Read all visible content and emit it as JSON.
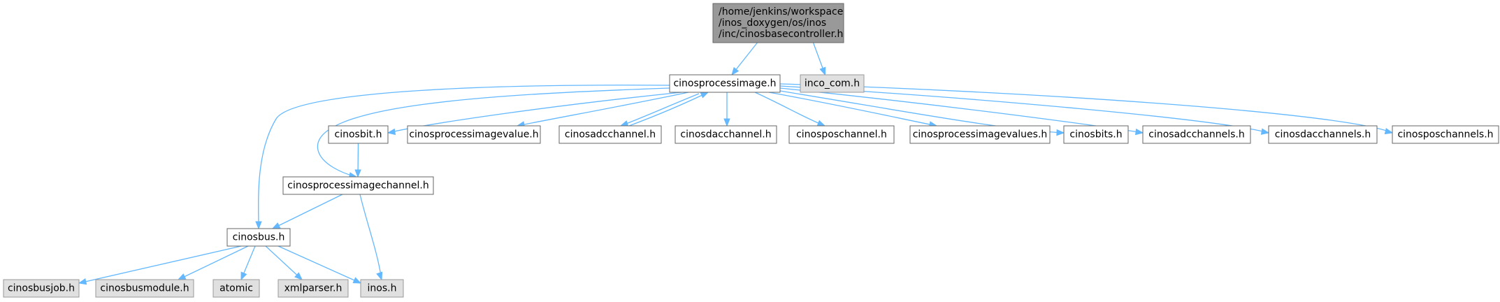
{
  "graph": {
    "colors": {
      "edge": "#63b8ff",
      "root_fill": "#999999",
      "documented_fill": "#ffffff",
      "external_fill": "#e0e0e0",
      "border": "#666666"
    },
    "nodes": {
      "root": {
        "lines": [
          "/home/jenkins/workspace",
          "/inos_doxygen/os/inos",
          "/inc/cinosbasecontroller.h"
        ],
        "kind": "root"
      },
      "inco_com": {
        "lines": [
          "inco_com.h"
        ],
        "kind": "ext"
      },
      "cinosprocessimage": {
        "lines": [
          "cinosprocessimage.h"
        ],
        "kind": "doc"
      },
      "cinosbit": {
        "lines": [
          "cinosbit.h"
        ],
        "kind": "doc"
      },
      "cinosprocessimagevalue": {
        "lines": [
          "cinosprocessimagevalue.h"
        ],
        "kind": "doc"
      },
      "cinosadcchannel": {
        "lines": [
          "cinosadcchannel.h"
        ],
        "kind": "doc"
      },
      "cinosdacchannel": {
        "lines": [
          "cinosdacchannel.h"
        ],
        "kind": "doc"
      },
      "cinosposchannel": {
        "lines": [
          "cinosposchannel.h"
        ],
        "kind": "doc"
      },
      "cinosprocessimagevalues": {
        "lines": [
          "cinosprocessimagevalues.h"
        ],
        "kind": "doc"
      },
      "cinosbits": {
        "lines": [
          "cinosbits.h"
        ],
        "kind": "doc"
      },
      "cinosadcchannels": {
        "lines": [
          "cinosadcchannels.h"
        ],
        "kind": "doc"
      },
      "cinosdacchannels": {
        "lines": [
          "cinosdacchannels.h"
        ],
        "kind": "doc"
      },
      "cinosposchannels": {
        "lines": [
          "cinosposchannels.h"
        ],
        "kind": "doc"
      },
      "cinosprocessimagechannel": {
        "lines": [
          "cinosprocessimagechannel.h"
        ],
        "kind": "doc"
      },
      "cinosbus": {
        "lines": [
          "cinosbus.h"
        ],
        "kind": "doc"
      },
      "cinosbusjob": {
        "lines": [
          "cinosbusjob.h"
        ],
        "kind": "ext"
      },
      "cinosbusmodule": {
        "lines": [
          "cinosbusmodule.h"
        ],
        "kind": "ext"
      },
      "atomic": {
        "lines": [
          "atomic"
        ],
        "kind": "ext"
      },
      "xmlparser": {
        "lines": [
          "xmlparser.h"
        ],
        "kind": "ext"
      },
      "inos": {
        "lines": [
          "inos.h"
        ],
        "kind": "ext"
      }
    },
    "edges": [
      [
        "root",
        "cinosprocessimage"
      ],
      [
        "root",
        "inco_com"
      ],
      [
        "cinosprocessimage",
        "cinosbit"
      ],
      [
        "cinosprocessimage",
        "cinosprocessimagevalue"
      ],
      [
        "cinosprocessimage",
        "cinosadcchannel"
      ],
      [
        "cinosprocessimage",
        "cinosdacchannel"
      ],
      [
        "cinosprocessimage",
        "cinosposchannel"
      ],
      [
        "cinosprocessimage",
        "cinosprocessimagevalues"
      ],
      [
        "cinosprocessimage",
        "cinosbits"
      ],
      [
        "cinosprocessimage",
        "cinosadcchannels"
      ],
      [
        "cinosprocessimage",
        "cinosdacchannels"
      ],
      [
        "cinosprocessimage",
        "cinosposchannels"
      ],
      [
        "cinosprocessimage",
        "cinosprocessimagechannel"
      ],
      [
        "cinosprocessimage",
        "cinosbus"
      ],
      [
        "cinosadcchannel",
        "cinosprocessimage"
      ],
      [
        "cinosbit",
        "cinosprocessimagechannel"
      ],
      [
        "cinosprocessimagechannel",
        "cinosbus"
      ],
      [
        "cinosprocessimagechannel",
        "inos"
      ],
      [
        "cinosbus",
        "cinosbusjob"
      ],
      [
        "cinosbus",
        "cinosbusmodule"
      ],
      [
        "cinosbus",
        "atomic"
      ],
      [
        "cinosbus",
        "xmlparser"
      ],
      [
        "cinosbus",
        "inos"
      ]
    ]
  }
}
